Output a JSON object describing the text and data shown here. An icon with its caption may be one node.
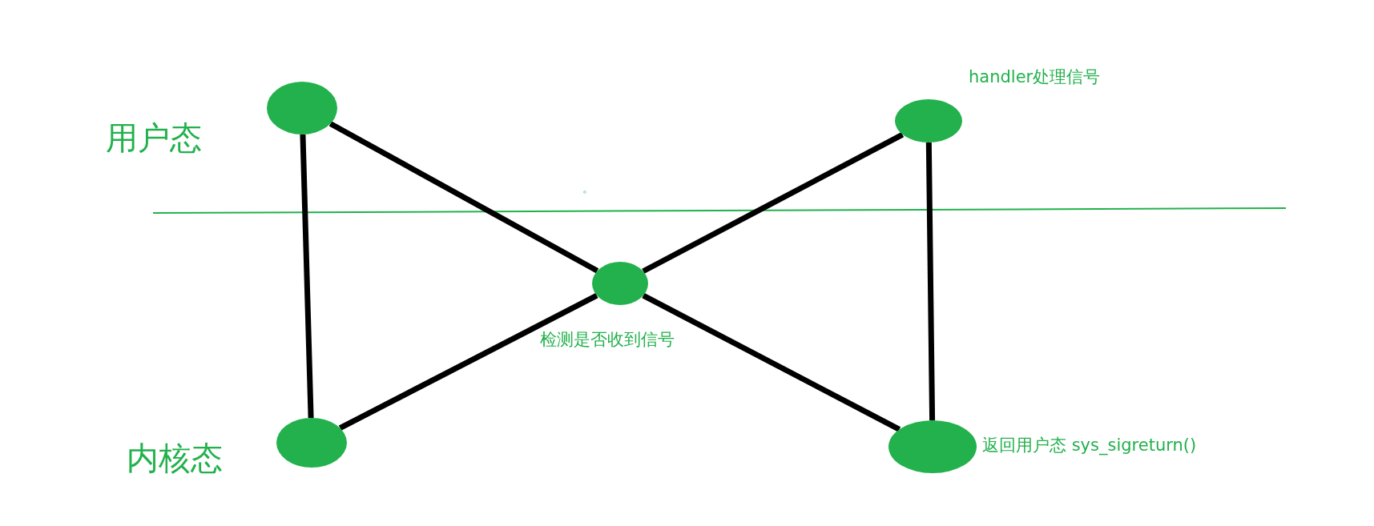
{
  "diagram": {
    "nodes": [
      {
        "text": [],
        "shape": "circle"
      },
      {
        "text": [],
        "shape": "circle"
      },
      {
        "text": [],
        "shape": "circle",
        "beside": [
          "检测是否收到信号"
        ]
      },
      {
        "text": [],
        "shape": "circle",
        "beside": [
          "handler处理信号"
        ]
      },
      {
        "text": [],
        "shape": "circle",
        "beside": [
          "返回用户态 sys_sigreturn()"
        ]
      }
    ],
    "edges": [
      {
        "from": 0,
        "to": 1,
        "arrow": "none"
      },
      {
        "from": 1,
        "to": 2,
        "arrow": "none"
      },
      {
        "from": 0,
        "to": 2,
        "arrow": "none"
      },
      {
        "from": 2,
        "to": 3,
        "arrow": "none"
      },
      {
        "from": 3,
        "to": 4,
        "arrow": "none"
      },
      {
        "from": 2,
        "to": 4,
        "arrow": "none"
      }
    ],
    "labels": [
      "用户态",
      "。",
      "内核态"
    ]
  }
}
